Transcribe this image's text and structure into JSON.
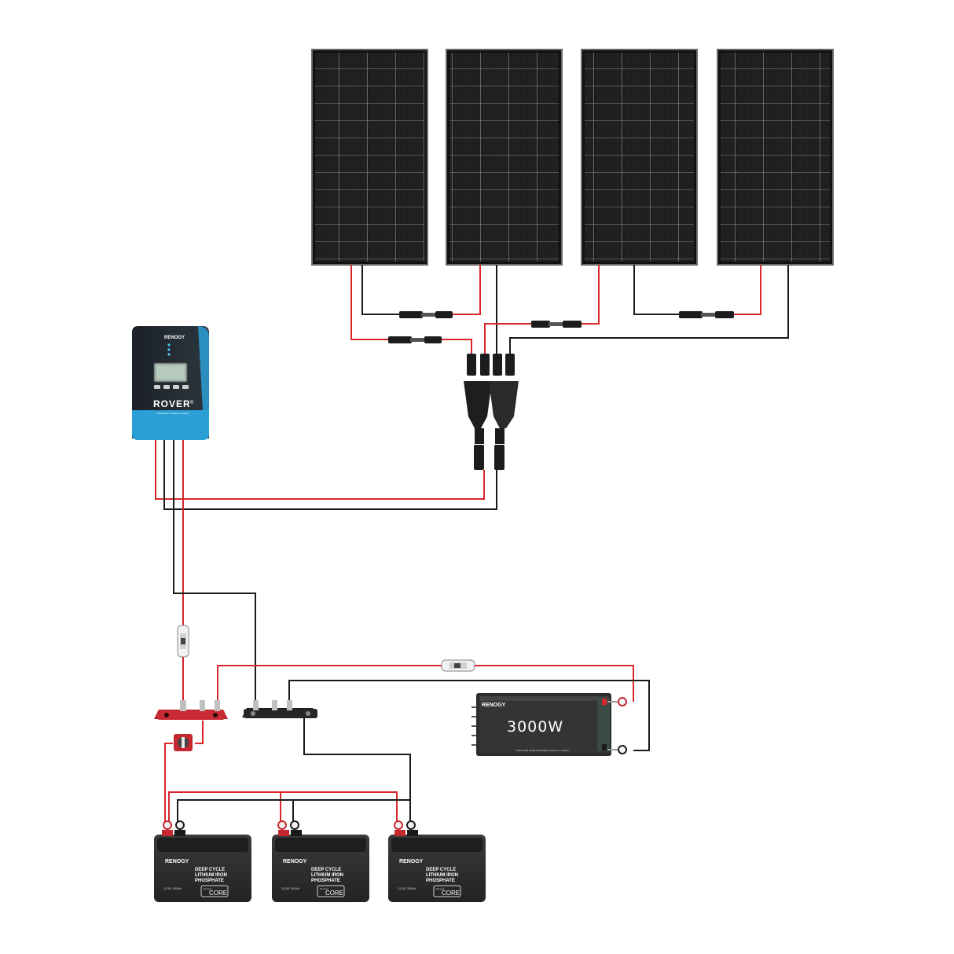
{
  "controller": {
    "brand": "RENOGY",
    "model": "ROVER",
    "model_mark": "®",
    "caption": "100A MPPT Charge Controller"
  },
  "inverter": {
    "brand": "RENOGY",
    "rating": "3000W",
    "caption": "PURE SINE WAVE INVERTER 12VDC TO 120VAC"
  },
  "battery": {
    "brand": "RENOGY",
    "line1": "DEEP CYCLE",
    "line2": "LITHIUM IRON",
    "line3": "PHOSPHATE",
    "spec": "12.8V 200Ah",
    "badge_small": "Renogy",
    "badge": "CORE"
  },
  "colors": {
    "positive_wire": "#d9262b",
    "negative_wire": "#1a1a1a",
    "panel_cell": "#1e1e1e",
    "panel_grid": "#7a7a7a",
    "controller_body": "#232b33",
    "controller_accent": "#2aa0d6",
    "busbar_positive": "#b5202a",
    "busbar_negative": "#1c1c1c",
    "inverter_body": "#2c2c2c",
    "battery_body": "#2a2a2a"
  },
  "icons": [
    "solar-panel-icon",
    "mc4-connector-icon",
    "branch-connector-icon",
    "fuse-icon",
    "busbar-icon",
    "battery-switch-icon",
    "ring-terminal-icon"
  ]
}
